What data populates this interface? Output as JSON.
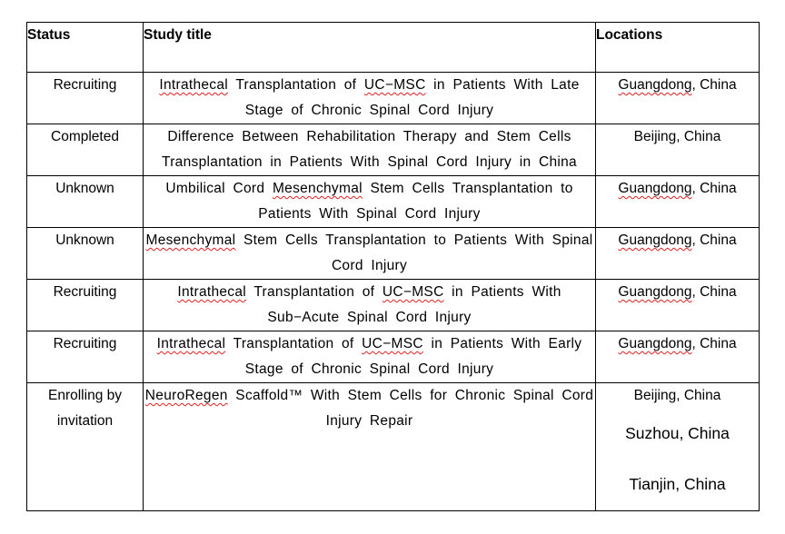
{
  "headers": {
    "status": "Status",
    "title": "Study title",
    "locations": "Locations"
  },
  "rows": [
    {
      "status": "Recruiting",
      "title_a": "Intrathecal",
      "title_b": " Transplantation of ",
      "title_c": "UC−MSC",
      "title_d": " in Patients With Late Stage of Chronic Spinal Cord Injury",
      "loc_a": "Guangdong",
      "loc_b": ", China"
    },
    {
      "status": "Completed",
      "title": "Difference Between Rehabilitation Therapy and Stem Cells Transplantation in Patients With Spinal Cord Injury in China",
      "loc": "Beijing, China"
    },
    {
      "status": "Unknown",
      "title_a": "Umbilical Cord ",
      "title_b": "Mesenchymal",
      "title_c": " Stem Cells Transplantation to Patients With Spinal Cord Injury",
      "loc_a": "Guangdong",
      "loc_b": ", China"
    },
    {
      "status": "Unknown",
      "title_a": "Mesenchymal",
      "title_b": " Stem Cells Transplantation to Patients With Spinal Cord Injury",
      "loc_a": "Guangdong",
      "loc_b": ", China"
    },
    {
      "status": "Recruiting",
      "title_a": "Intrathecal",
      "title_b": " Transplantation of ",
      "title_c": "UC−MSC",
      "title_d": " in Patients With Sub−Acute Spinal Cord Injury",
      "loc_a": "Guangdong",
      "loc_b": ", China"
    },
    {
      "status": "Recruiting",
      "title_a": "Intrathecal",
      "title_b": " Transplantation of ",
      "title_c": "UC−MSC",
      "title_d": " in Patients With Early Stage of Chronic Spinal Cord Injury",
      "loc_a": "Guangdong",
      "loc_b": ", China"
    },
    {
      "status": "Enrolling by invitation",
      "title_a": "NeuroRegen",
      "title_b": " Scaffold™ With Stem Cells for Chronic Spinal Cord Injury Repair",
      "loc_1": "Beijing, China",
      "loc_2": "Suzhou, China",
      "loc_3": "Tianjin, China"
    }
  ]
}
